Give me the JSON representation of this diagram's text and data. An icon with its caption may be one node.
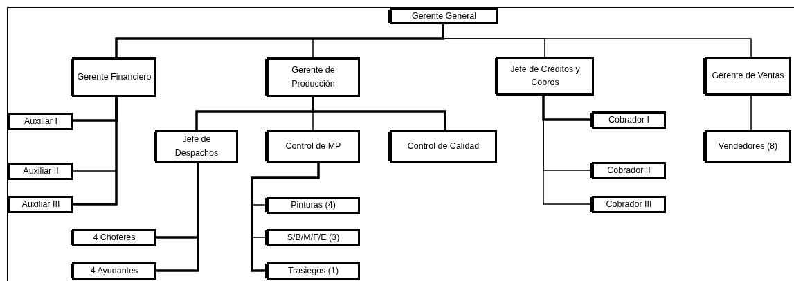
{
  "diagram": {
    "nodes": [
      {
        "text": [
          "Gerente General"
        ]
      },
      {
        "text": [
          "Gerente Financiero"
        ]
      },
      {
        "text": [
          "Gerente de Producción"
        ]
      },
      {
        "text": [
          "Jefe de Créditos y Cobros"
        ]
      },
      {
        "text": [
          "Gerente de Ventas"
        ]
      },
      {
        "text": [
          "Auxiliar I"
        ]
      },
      {
        "text": [
          "Jefe de Despachos"
        ]
      },
      {
        "text": [
          "Control de MP"
        ]
      },
      {
        "text": [
          "Control de Calidad"
        ]
      },
      {
        "text": [
          "Cobrador I"
        ]
      },
      {
        "text": [
          "Vendedores (8)"
        ]
      },
      {
        "text": [
          "Auxiliar II"
        ]
      },
      {
        "text": [
          "Cobrador II"
        ]
      },
      {
        "text": [
          "Auxiliar III"
        ]
      },
      {
        "text": [
          "Cobrador III"
        ]
      },
      {
        "text": [
          "Pinturas (4)"
        ]
      },
      {
        "text": [
          "4 Choferes"
        ]
      },
      {
        "text": [
          "S/B/M/F/E (3)"
        ]
      },
      {
        "text": [
          "4 Ayudantes"
        ]
      },
      {
        "text": [
          "Trasiegos (1)"
        ]
      }
    ],
    "edges": [
      {
        "from": 0,
        "to": 1,
        "arrow": "none",
        "style": "thick"
      },
      {
        "from": 0,
        "to": 2,
        "arrow": "none"
      },
      {
        "from": 0,
        "to": 3,
        "arrow": "none"
      },
      {
        "from": 0,
        "to": 4,
        "arrow": "none"
      },
      {
        "from": 1,
        "to": 5,
        "arrow": "none",
        "style": "thick"
      },
      {
        "from": 1,
        "to": 11,
        "arrow": "none"
      },
      {
        "from": 1,
        "to": 13,
        "arrow": "none",
        "style": "thick"
      },
      {
        "from": 2,
        "to": 6,
        "arrow": "none",
        "style": "thick"
      },
      {
        "from": 2,
        "to": 7,
        "arrow": "none"
      },
      {
        "from": 2,
        "to": 8,
        "arrow": "none",
        "style": "thick"
      },
      {
        "from": 6,
        "to": 16,
        "arrow": "none",
        "style": "thick"
      },
      {
        "from": 6,
        "to": 18,
        "arrow": "none",
        "style": "thick"
      },
      {
        "from": 7,
        "to": 15,
        "arrow": "none"
      },
      {
        "from": 7,
        "to": 17,
        "arrow": "none"
      },
      {
        "from": 7,
        "to": 19,
        "arrow": "none",
        "style": "thick"
      },
      {
        "from": 3,
        "to": 9,
        "arrow": "none",
        "style": "thick"
      },
      {
        "from": 3,
        "to": 12,
        "arrow": "none"
      },
      {
        "from": 3,
        "to": 14,
        "arrow": "none"
      },
      {
        "from": 4,
        "to": 10,
        "arrow": "none"
      }
    ]
  }
}
